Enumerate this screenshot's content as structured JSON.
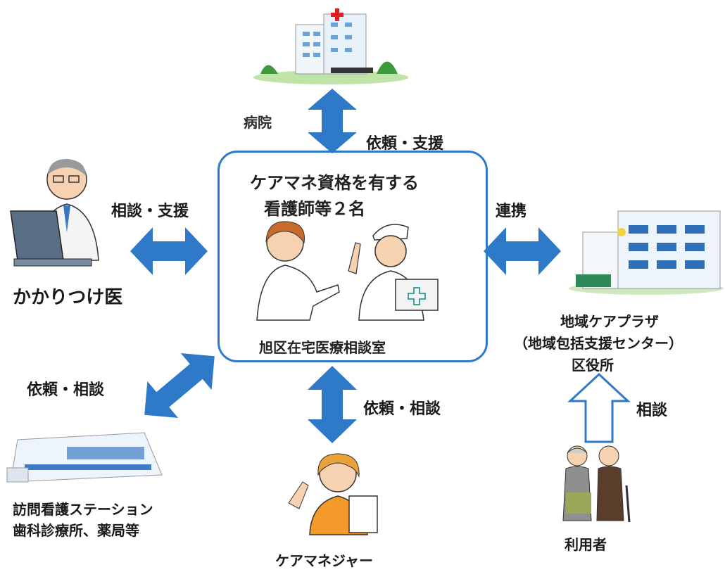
{
  "center": {
    "title": "ケアマネ資格を有する",
    "subtitle": "看護師等２名",
    "footer": "旭区在宅医療相談室"
  },
  "nodes": {
    "hospital_relation": "病院",
    "doctor": "かかりつけ医",
    "care_plaza_line1": "地域ケアプラザ",
    "care_plaza_line2": "（地域包括支援センター）",
    "care_plaza_line3": "区役所",
    "station_line1": "訪問看護ステーション",
    "station_line2": "歯科診療所、薬局等",
    "care_manager": "ケアマネジャー",
    "user": "利用者"
  },
  "edges": {
    "top": "依頼・支援",
    "left": "相談・支援",
    "right": "連携",
    "bottom_left": "依頼・相談",
    "bottom": "依頼・相談",
    "user_up": "相談"
  },
  "colors": {
    "arrow_blue": "#2f79c9",
    "box_border": "#2f79c9"
  }
}
